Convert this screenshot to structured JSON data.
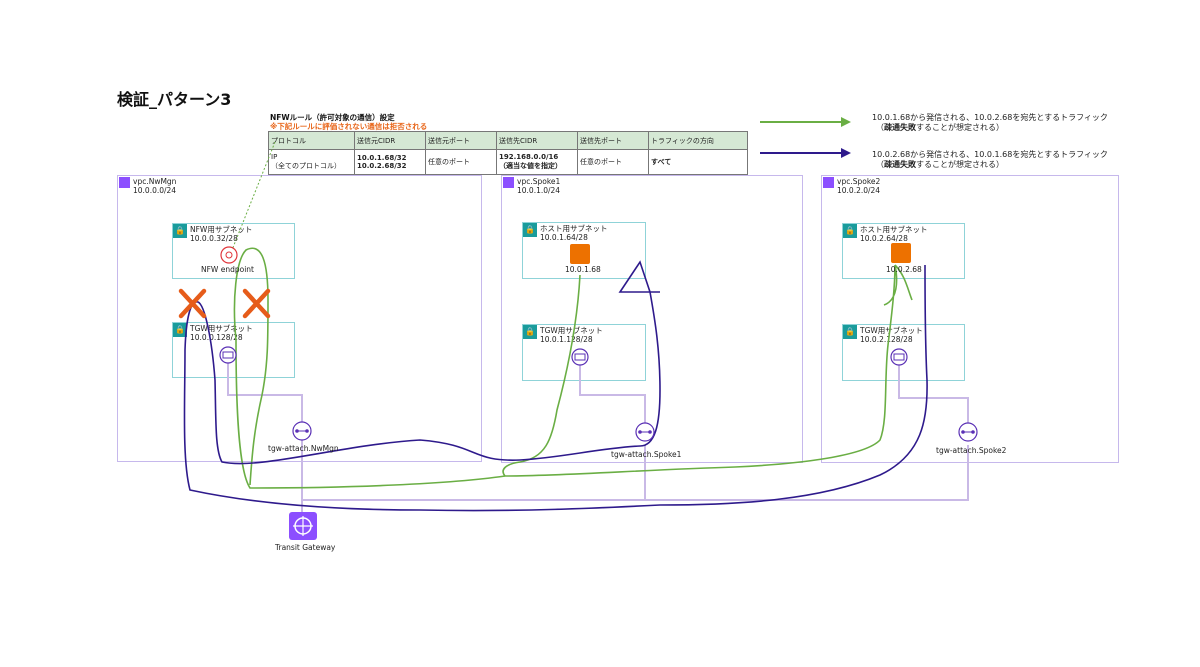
{
  "title": "検証_パターン3",
  "rule": {
    "title": "NFWルール（許可対象の通信）設定",
    "note": "※下記ルールに評価されない通信は拒否される",
    "headers": [
      "プロトコル",
      "送信元CIDR",
      "送信元ポート",
      "送信先CIDR",
      "送信先ポート",
      "トラフィックの方向"
    ],
    "row": {
      "protocol_1": "IP",
      "protocol_2": "（全てのプロトコル）",
      "src_cidr_1": "10.0.1.68/32",
      "src_cidr_2": "10.0.2.68/32",
      "src_port": "任意のポート",
      "dst_cidr_1": "192.168.0.0/16",
      "dst_cidr_2": "（適当な値を指定）",
      "dst_port": "任意のポート",
      "direction": "すべて"
    }
  },
  "legend": [
    {
      "line1": "10.0.1.68から発信される、10.0.2.68を宛先とするトラフィック",
      "line2_bold": "疎通失敗",
      "line2_rest": "することが想定される）",
      "line2_open": "（",
      "color": "#6aae44"
    },
    {
      "line1": "10.0.2.68から発信される、10.0.1.68を宛先とするトラフィック",
      "line2_bold": "疎通失敗",
      "line2_rest": "することが想定される）",
      "line2_open": "（",
      "color": "#2e1a8c"
    }
  ],
  "vpcs": {
    "nwmgn": {
      "name": "vpc.NwMgn",
      "cidr": "10.0.0.0/24"
    },
    "spoke1": {
      "name": "vpc.Spoke1",
      "cidr": "10.0.1.0/24"
    },
    "spoke2": {
      "name": "vpc.Spoke2",
      "cidr": "10.0.2.0/24"
    }
  },
  "subnets": {
    "nfw": {
      "name": "NFW用サブネット",
      "cidr": "10.0.0.32/28"
    },
    "tgw_nwmgn": {
      "name": "TGW用サブネット",
      "cidr": "10.0.0.128/28"
    },
    "host1": {
      "name": "ホスト用サブネット",
      "cidr": "10.0.1.64/28"
    },
    "tgw1": {
      "name": "TGW用サブネット",
      "cidr": "10.0.1.128/28"
    },
    "host2": {
      "name": "ホスト用サブネット",
      "cidr": "10.0.2.64/28"
    },
    "tgw2": {
      "name": "TGW用サブネット",
      "cidr": "10.0.2.128/28"
    }
  },
  "nodes": {
    "nfw_endpoint": "NFW endpoint",
    "host1_ip": "10.0.1.68",
    "host2_ip": "10.0.2.68",
    "attach_nwmgn": "tgw-attach.NwMgn",
    "attach_spoke1": "tgw-attach.Spoke1",
    "attach_spoke2": "tgw-attach.Spoke2",
    "transit_gateway": "Transit Gateway"
  },
  "colors": {
    "green": "#6aae44",
    "purple": "#2e1a8c",
    "connector": "#c9b9e6",
    "cross": "#e65c1a"
  }
}
